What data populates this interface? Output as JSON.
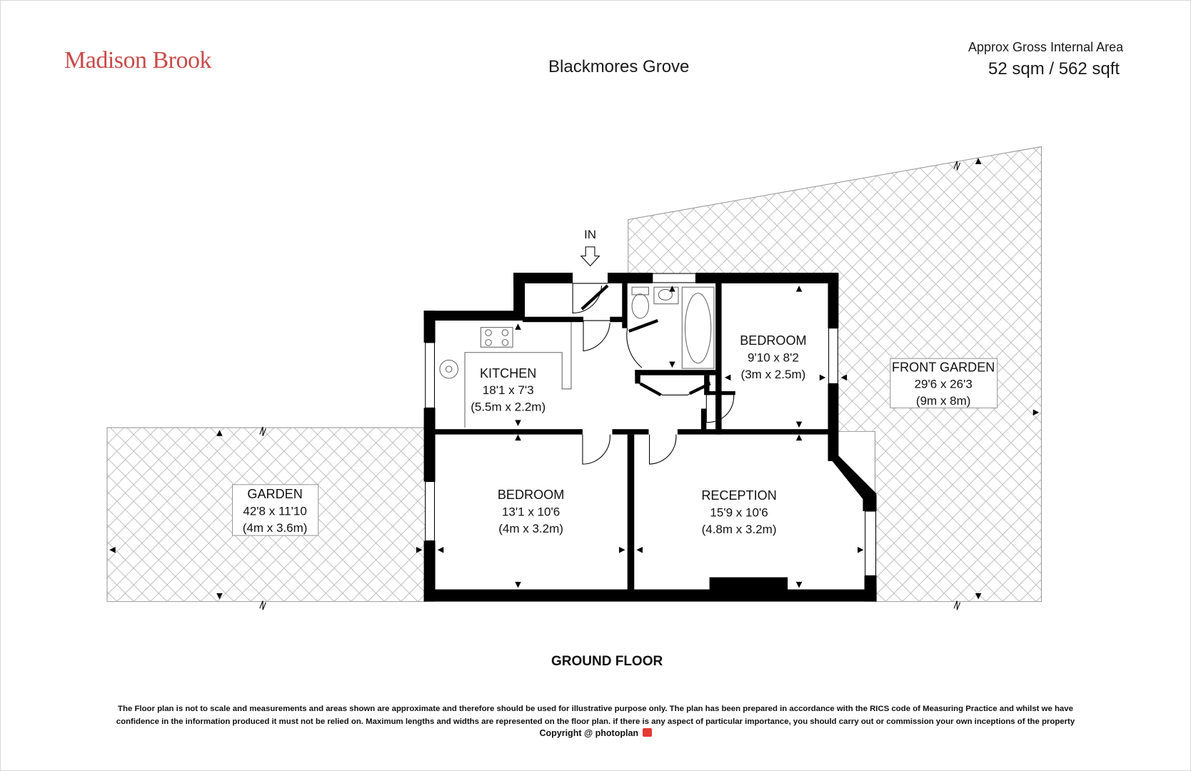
{
  "brand": {
    "name": "Madison Brook"
  },
  "property": {
    "address": "Blackmores Grove"
  },
  "area": {
    "label": "Approx Gross Internal Area",
    "value": "52 sqm / 562 sqft"
  },
  "entrance": {
    "label": "IN"
  },
  "rooms": {
    "kitchen": {
      "name": "KITCHEN",
      "imperial": "18'1 x 7'3",
      "metric": "(5.5m x 2.2m)"
    },
    "bedroom1": {
      "name": "BEDROOM",
      "imperial": "9'10 x 8'2",
      "metric": "(3m x 2.5m)"
    },
    "bedroom2": {
      "name": "BEDROOM",
      "imperial": "13'1 x 10'6",
      "metric": "(4m x 3.2m)"
    },
    "reception": {
      "name": "RECEPTION",
      "imperial": "15'9 x 10'6",
      "metric": "(4.8m x 3.2m)"
    },
    "garden": {
      "name": "GARDEN",
      "imperial": "42'8 x 11'10",
      "metric": "(4m x 3.6m)"
    },
    "front_garden": {
      "name": "FRONT GARDEN",
      "imperial": "29'6 x 26'3",
      "metric": "(9m x 8m)"
    }
  },
  "floor": {
    "label": "GROUND FLOOR"
  },
  "disclaimer": {
    "line1": "The Floor plan is not to scale and measurements and areas shown are approximate and therefore should be used for illustrative purpose only. The plan has been prepared in accordance with the RICS code of Measuring Practice and whilst we have",
    "line2": "confidence in the information produced it must not be relied on. Maximum  lengths and widths are represented on the floor plan. if there is any aspect of particular importance, you should carry out or commission your own inceptions of the property"
  },
  "copyright": {
    "prefix": "Copyright @",
    "brand": "photoplan"
  },
  "colors": {
    "brand": "#c94a48",
    "wall": "#000000",
    "hatch": "#b5b5b5"
  }
}
